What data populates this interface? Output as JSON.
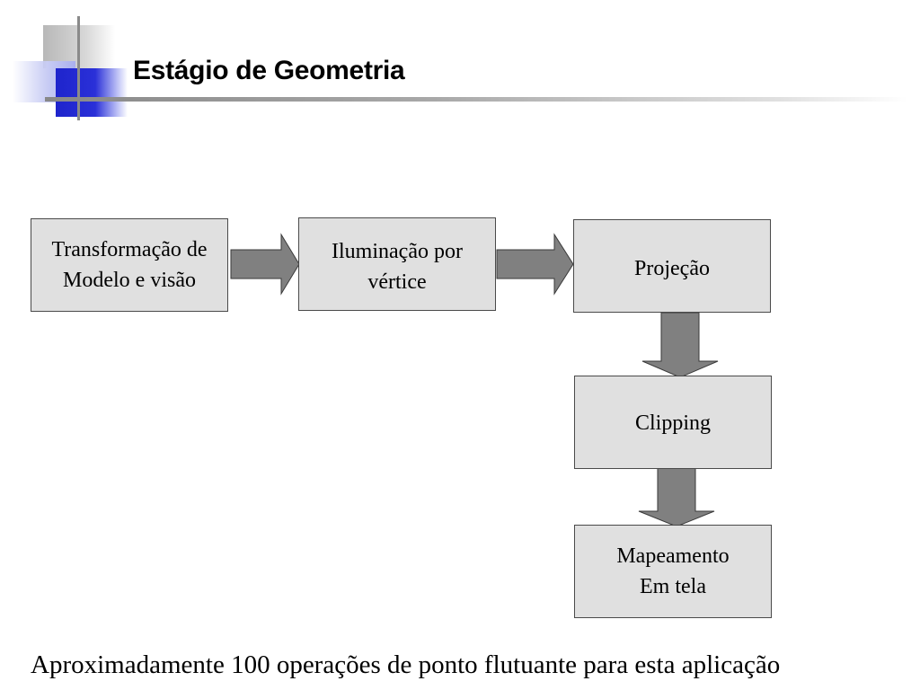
{
  "slide": {
    "title": "Estágio de Geometria",
    "boxes": {
      "transform": "Transformação de\nModelo e visão",
      "lighting": "Iluminação por\nvértice",
      "projection": "Projeção",
      "clipping": "Clipping",
      "mapping": "Mapeamento\nEm tela"
    },
    "footnote": "Aproximadamente 100 operações de ponto flutuante para esta aplicação"
  },
  "colors": {
    "box_fill": "#e0e0e0",
    "arrow_fill": "#808080",
    "accent_blue": "#1e24cc"
  }
}
